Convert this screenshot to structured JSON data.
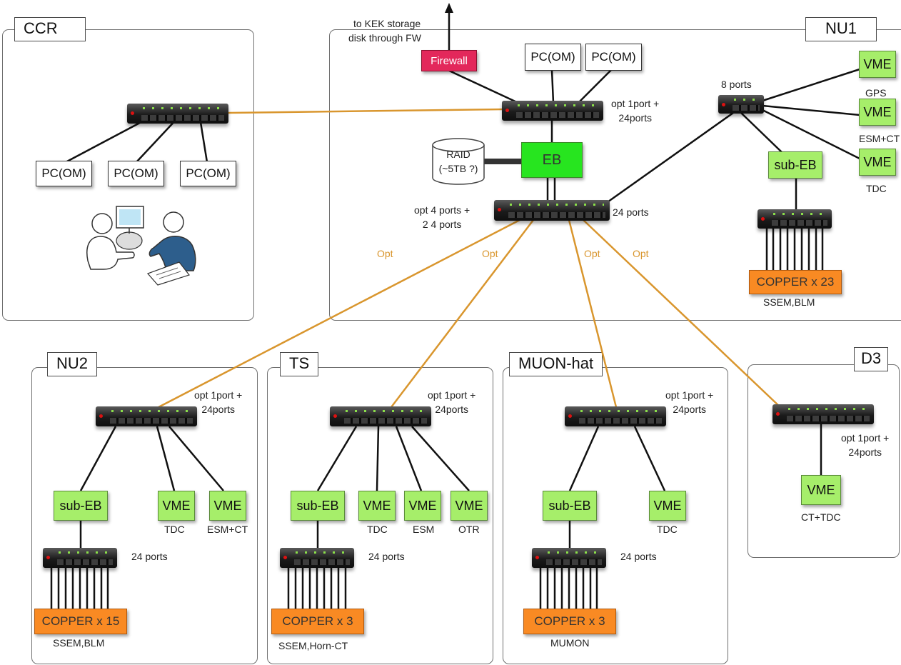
{
  "top": {
    "storage_line1": "to KEK storage",
    "storage_line2": "disk through FW",
    "firewall": "Firewall"
  },
  "regions": {
    "ccr": "CCR",
    "nu1": "NU1",
    "nu2": "NU2",
    "ts": "TS",
    "muon": "MUON-hat",
    "d3": "D3"
  },
  "ccr": {
    "pc1": "PC(OM)",
    "pc2": "PC(OM)",
    "pc3": "PC(OM)"
  },
  "nu1": {
    "pc1": "PC(OM)",
    "pc2": "PC(OM)",
    "top_switch_line1": "opt 1port +",
    "top_switch_line2": "24ports",
    "raid_line1": "RAID",
    "raid_line2": "(~5TB ?)",
    "eb": "EB",
    "main_switch_left_line1": "opt  4 ports +",
    "main_switch_left_line2": "2  4 ports",
    "main_switch_right": "24 ports",
    "small_switch": "8 ports",
    "vme_gps": "VME",
    "gps": "GPS",
    "vme_esmct": "VME",
    "esmct": "ESM+CT",
    "vme_tdc": "VME",
    "tdc": "TDC",
    "subeb": "sub-EB",
    "copper": "COPPER x 23",
    "copper_sub": "SSEM,BLM"
  },
  "opt_labels": [
    "Opt",
    "Opt",
    "Opt",
    "Opt"
  ],
  "nu2": {
    "switch_line1": "opt 1port +",
    "switch_line2": "24ports",
    "subeb": "sub-EB",
    "vme1": "VME",
    "vme1_sub": "TDC",
    "vme2": "VME",
    "vme2_sub": "ESM+CT",
    "ports": "24 ports",
    "copper": "COPPER x 15",
    "copper_sub": "SSEM,BLM"
  },
  "ts": {
    "switch_line1": "opt 1port +",
    "switch_line2": "24ports",
    "subeb": "sub-EB",
    "vme1": "VME",
    "vme1_sub": "TDC",
    "vme2": "VME",
    "vme2_sub": "ESM",
    "vme3": "VME",
    "vme3_sub": "OTR",
    "ports": "24 ports",
    "copper": "COPPER x 3",
    "copper_sub": "SSEM,Horn-CT"
  },
  "muon": {
    "switch_line1": "opt 1port +",
    "switch_line2": "24ports",
    "subeb": "sub-EB",
    "vme1": "VME",
    "vme1_sub": "TDC",
    "ports": "24 ports",
    "copper": "COPPER x 3",
    "copper_sub": "MUMON"
  },
  "d3": {
    "switch_line1": "opt 1port +",
    "switch_line2": "24ports",
    "vme1": "VME",
    "vme1_sub": "CT+TDC"
  },
  "colors": {
    "optical_link": "#d9962e",
    "vme_green": "#a6ee6a",
    "eb_green": "#27e51f",
    "copper_orange": "#f98a23",
    "firewall_red": "#e3285b"
  }
}
